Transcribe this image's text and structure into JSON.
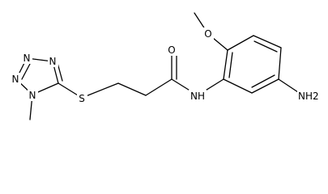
{
  "colors": {
    "bond": "#000000",
    "label": "#000000",
    "background": "#ffffff"
  },
  "atoms": {
    "n_ring1": "N",
    "n_ring2": "N",
    "n_ring3": "N",
    "n_ring4": "N",
    "s_thioether": "S",
    "o_carbonyl": "O",
    "o_methoxy": "O",
    "n_amide": "NH",
    "n_amine": "NH2"
  }
}
